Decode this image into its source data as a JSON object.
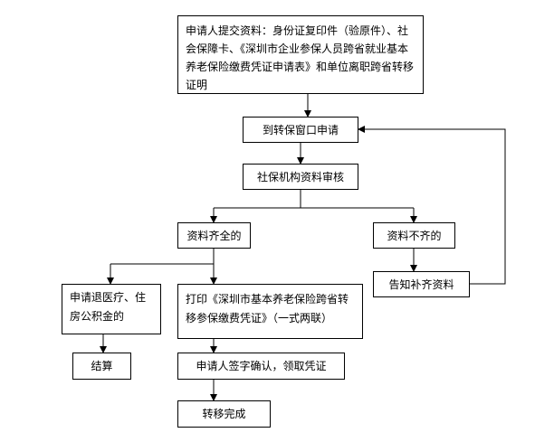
{
  "flowchart": {
    "nodes": {
      "submit_materials": "申请人提交资料：身份证复印件（验原件）、社会保障卡、《深圳市企业参保人员跨省就业基本养老保险缴费凭证申请表》和单位离职跨省转移证明",
      "apply_at_window": "到转保窗口申请",
      "review": "社保机构资料审核",
      "complete": "资料齐全的",
      "incomplete": "资料不齐的",
      "notify_supplement": "告知补齐资料",
      "apply_refund": "申请退医疗、住房公积金的",
      "print_certificate": "打印《深圳市基本养老保险跨省转移参保缴费凭证》（一式两联）",
      "settlement": "结算",
      "sign_confirm": "申请人签字确认，领取凭证",
      "transfer_done": "转移完成"
    },
    "edges": [
      [
        "submit_materials",
        "apply_at_window"
      ],
      [
        "apply_at_window",
        "review"
      ],
      [
        "review",
        "complete"
      ],
      [
        "review",
        "incomplete"
      ],
      [
        "incomplete",
        "notify_supplement"
      ],
      [
        "notify_supplement",
        "apply_at_window"
      ],
      [
        "complete",
        "apply_refund"
      ],
      [
        "complete",
        "print_certificate"
      ],
      [
        "apply_refund",
        "settlement"
      ],
      [
        "print_certificate",
        "sign_confirm"
      ],
      [
        "sign_confirm",
        "transfer_done"
      ]
    ]
  }
}
